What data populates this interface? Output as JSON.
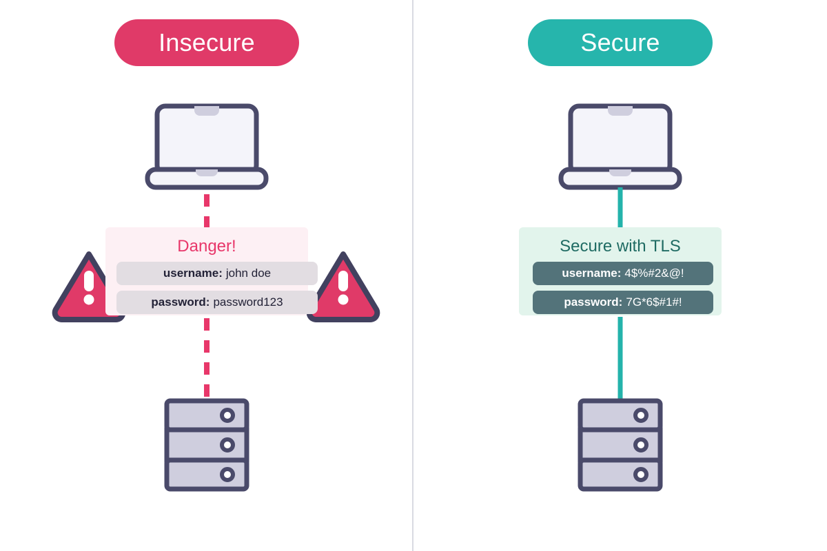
{
  "page": {
    "title": "Insecure vs Secure transmission diagram",
    "background": "#ffffff",
    "divider_color": "#d9dae2"
  },
  "colors": {
    "crimson": "#e03a68",
    "crimson_line": "#e8376a",
    "teal": "#26b5ac",
    "teal_line": "#24b3ab",
    "navy": "#4a4a6a",
    "lavender": "#cfcede",
    "screen": "#f4f4fa",
    "panel_pink": "#fdf0f4",
    "panel_mint": "#e2f4ec",
    "pill_gray": "#e2dde2",
    "pill_slate": "#53737a",
    "title_teal": "#1f6b63"
  },
  "left": {
    "badge": "Insecure",
    "client_icon": "laptop-icon",
    "server_icon": "server-icon",
    "connection": {
      "style": "dashed",
      "color": "#e8376a",
      "name": "insecure-connection-line"
    },
    "warning_icons": [
      "warning-triangle-icon",
      "warning-triangle-icon"
    ],
    "panel": {
      "title": "Danger!",
      "credentials": [
        {
          "key": "username:",
          "value": "john doe"
        },
        {
          "key": "password:",
          "value": "password123"
        }
      ]
    }
  },
  "right": {
    "badge": "Secure",
    "client_icon": "laptop-icon",
    "server_icon": "server-icon",
    "connection": {
      "style": "solid",
      "color": "#24b3ab",
      "name": "secure-connection-line"
    },
    "security_icons": [
      "shield-icon",
      "padlock-icon"
    ],
    "panel": {
      "title": "Secure with TLS",
      "credentials": [
        {
          "key": "username:",
          "value": "4$%#2&@!"
        },
        {
          "key": "password:",
          "value": "7G*6$#1#!"
        }
      ]
    }
  }
}
